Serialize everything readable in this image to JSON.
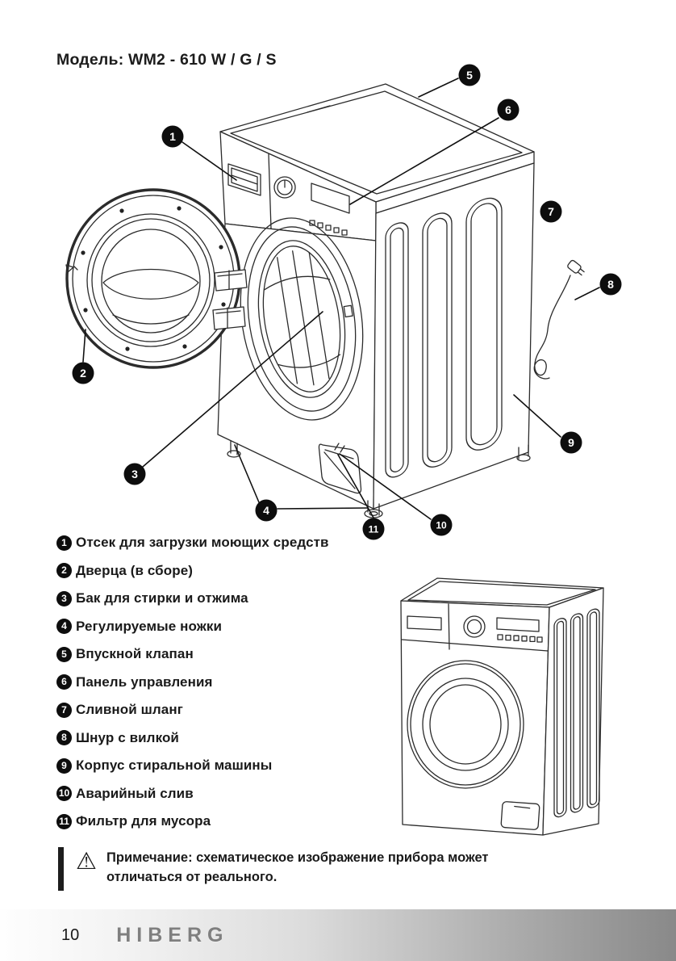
{
  "page": {
    "title": "Модель: WM2 - 610 W / G / S"
  },
  "parts": [
    {
      "num": "1",
      "label": "Отсек для загрузки моющих средств"
    },
    {
      "num": "2",
      "label": "Дверца (в сборе)"
    },
    {
      "num": "3",
      "label": "Бак для стирки и отжима"
    },
    {
      "num": "4",
      "label": "Регулируемые ножки"
    },
    {
      "num": "5",
      "label": "Впускной клапан"
    },
    {
      "num": "6",
      "label": "Панель управления"
    },
    {
      "num": "7",
      "label": "Сливной шланг"
    },
    {
      "num": "8",
      "label": "Шнур с вилкой"
    },
    {
      "num": "9",
      "label": "Корпус стиральной машины"
    },
    {
      "num": "10",
      "label": "Аварийный слив"
    },
    {
      "num": "11",
      "label": "Фильтр для мусора"
    }
  ],
  "note": {
    "icon_glyph": "⚠",
    "line1": "Примечание: схематическое изображение прибора может",
    "line2": "отличаться от реального."
  },
  "footer": {
    "page_number": "10",
    "brand": "HIBERG"
  },
  "colors": {
    "line_art": "#2b2b2b",
    "callout_bg": "#0d0d0d",
    "callout_text": "#ffffff",
    "footer_gray": "#898989"
  }
}
